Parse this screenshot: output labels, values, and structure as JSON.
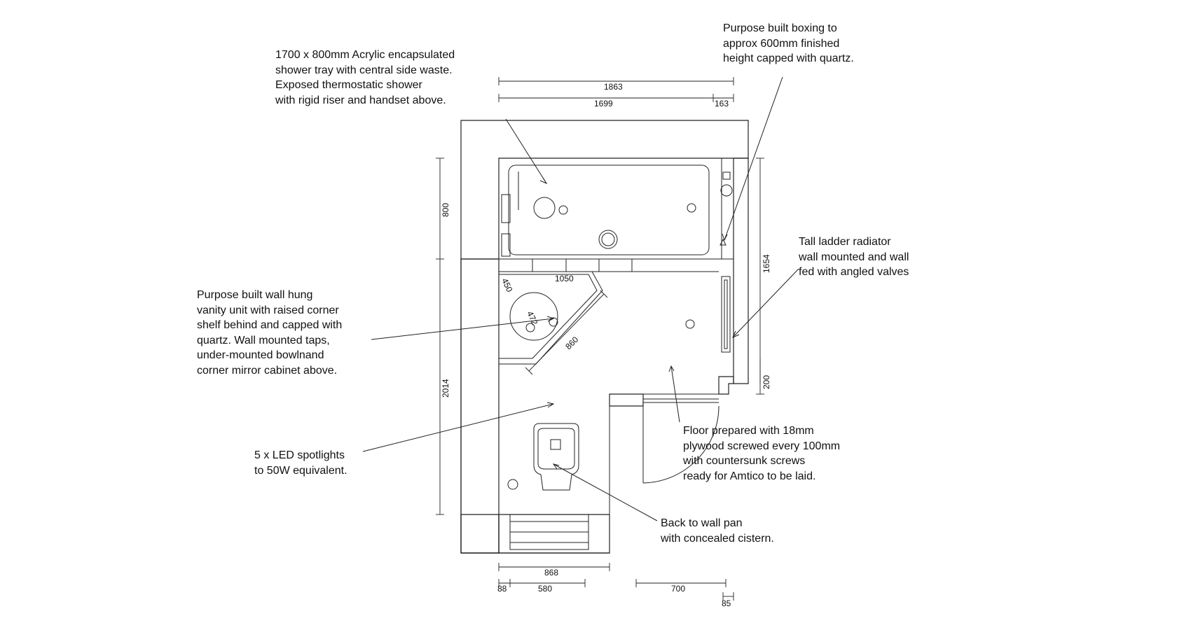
{
  "notes": {
    "shower_tray": "1700 x 800mm Acrylic encapsulated\nshower tray with central side waste.\nExposed thermostatic shower\nwith rigid riser and handset above.",
    "boxing": "Purpose built boxing to\napprox 600mm finished\nheight capped with quartz.",
    "radiator": "Tall ladder radiator\nwall mounted and wall\nfed with angled valves",
    "vanity": "Purpose built wall hung\nvanity unit with raised corner\nshelf behind and capped with\nquartz. Wall mounted taps,\nunder-mounted bowlnand\ncorner mirror cabinet above.",
    "spotlights": "5 x LED spotlights\nto 50W equivalent.",
    "floor": "Floor prepared with 18mm\nplywood screwed every 100mm\nwith countersunk screws\nready for Amtico to be laid.",
    "wc": "Back to wall pan\nwith concealed cistern."
  },
  "dimensions": {
    "top_overall": "1863",
    "top_tray": "1699",
    "top_boxing": "163",
    "left_upper": "800",
    "left_lower": "2014",
    "right_upper": "1654",
    "right_lower": "200",
    "vanity_width": "1050",
    "vanity_diagonal": "860",
    "bowl_small": "472",
    "bowl_label": "450",
    "bottom_overall": "868",
    "bottom_left": "88",
    "bottom_cistern": "580",
    "bottom_door": "700",
    "bottom_right": "85"
  },
  "colors": {
    "highlight_wall": "#fbe5b6",
    "line": "#222222"
  }
}
